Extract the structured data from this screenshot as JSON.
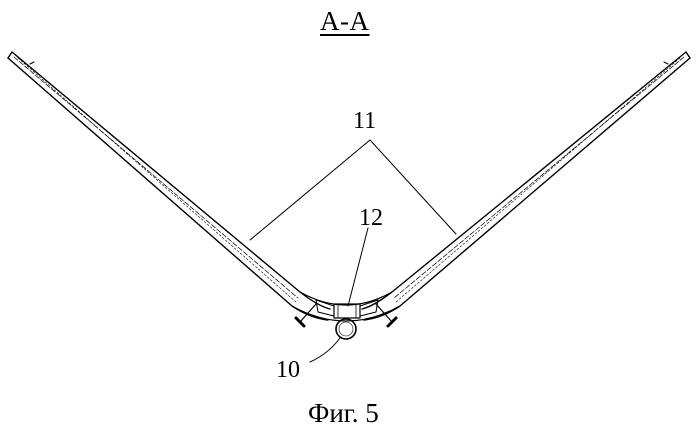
{
  "section_title": "A-A",
  "figure_caption": "Фиг. 5",
  "reference_numerals": {
    "channel_walls": "11",
    "base_element": "12",
    "pipe": "10"
  },
  "colors": {
    "ink": "#000000",
    "background": "#ffffff"
  }
}
